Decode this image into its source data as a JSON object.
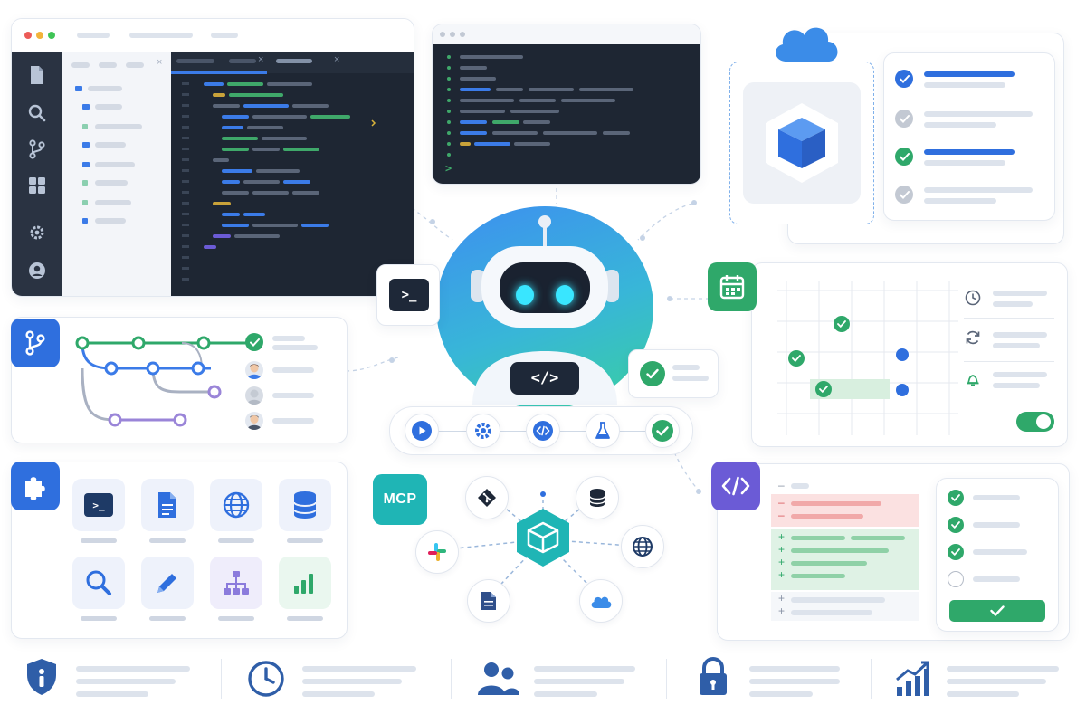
{
  "mcp_badge": {
    "label": "MCP"
  },
  "colors": {
    "accent_blue": "#2f6fde",
    "accent_green": "#2fa86a",
    "accent_teal": "#1fb5b5",
    "accent_purple": "#6b5bd6",
    "editor_bg": "#1e2633",
    "sidebar_bg": "#2a3342"
  },
  "editor_window": {
    "sidebar_icons": [
      "file-icon",
      "search-icon",
      "git-branch-icon",
      "extensions-icon",
      "settings-icon",
      "account-icon"
    ]
  },
  "terminal_window": {
    "prompt": ">"
  },
  "robot": {
    "chest_label": "</>",
    "terminal_bubble": ">_"
  },
  "pipeline": {
    "steps": [
      "play-icon",
      "gear-icon",
      "code-icon",
      "flask-icon",
      "check-icon"
    ]
  },
  "git_panel": {
    "statuses": [
      "check-icon",
      "user-avatar",
      "user-avatar",
      "user-avatar"
    ]
  },
  "tools_grid": {
    "tiles": [
      "terminal-icon",
      "document-icon",
      "globe-icon",
      "database-icon",
      "search-icon",
      "pencil-icon",
      "hierarchy-icon",
      "bar-chart-icon"
    ]
  },
  "mcp_hub": {
    "nodes": [
      "git-icon",
      "database-icon",
      "slack-icon",
      "globe-icon",
      "document-icon",
      "cloud-icon"
    ]
  },
  "deploy_panel": {
    "checklist": [
      "done",
      "pending",
      "done",
      "pending"
    ]
  },
  "calendar_panel": {
    "toggle_on": true
  },
  "diff_panel": {
    "checklist": [
      "done",
      "done",
      "done",
      "pending"
    ]
  },
  "footer": {
    "icons": [
      "shield-icon",
      "clock-icon",
      "users-icon",
      "lock-icon",
      "growth-chart-icon"
    ]
  }
}
